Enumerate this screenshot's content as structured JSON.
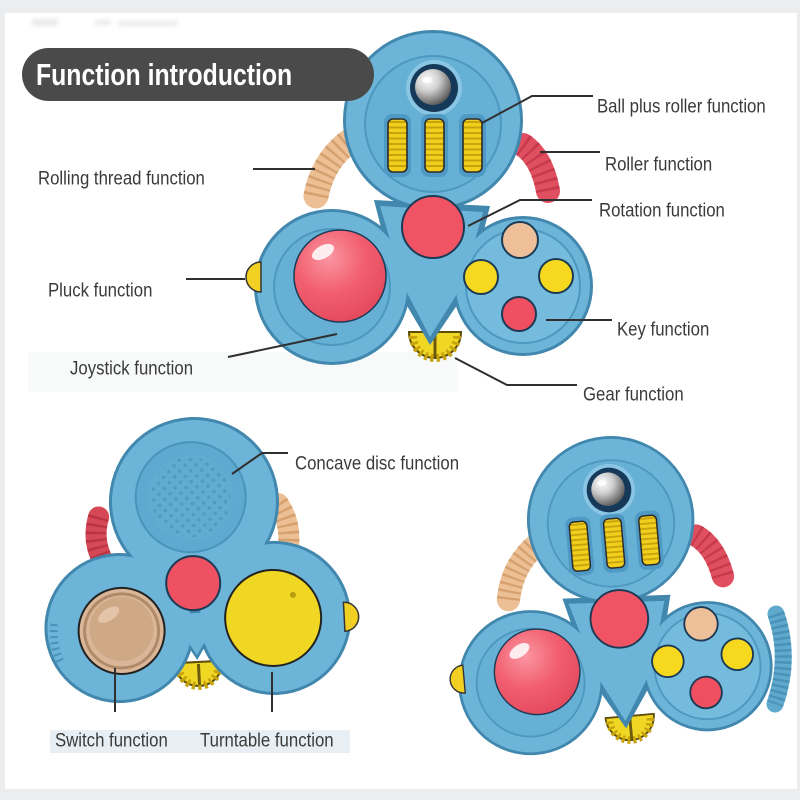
{
  "title": "Function introduction",
  "callouts": {
    "ball_plus_roller": "Ball plus roller function",
    "roller": "Roller function",
    "rotation": "Rotation function",
    "rolling_thread": "Rolling thread function",
    "pluck": "Pluck function",
    "joystick": "Joystick function",
    "key": "Key function",
    "gear": "Gear function",
    "concave_disc": "Concave disc function",
    "switch": "Switch function",
    "turntable": "Turntable function"
  },
  "colors": {
    "body_blue": "#6db5d8",
    "inner_blue": "#66b0d5",
    "outline_blue": "#4187ae",
    "accent_red": "#ee5162",
    "accent_yellow": "#f2d023",
    "accent_tan": "#ecc094",
    "pill_bg": "#4a4a4a",
    "pill_text": "#ffffff",
    "label_text": "#3a3a3a",
    "line_color": "#2f2f2f",
    "frame_bg": "#ecedee",
    "content_bg": "#ffffff"
  }
}
